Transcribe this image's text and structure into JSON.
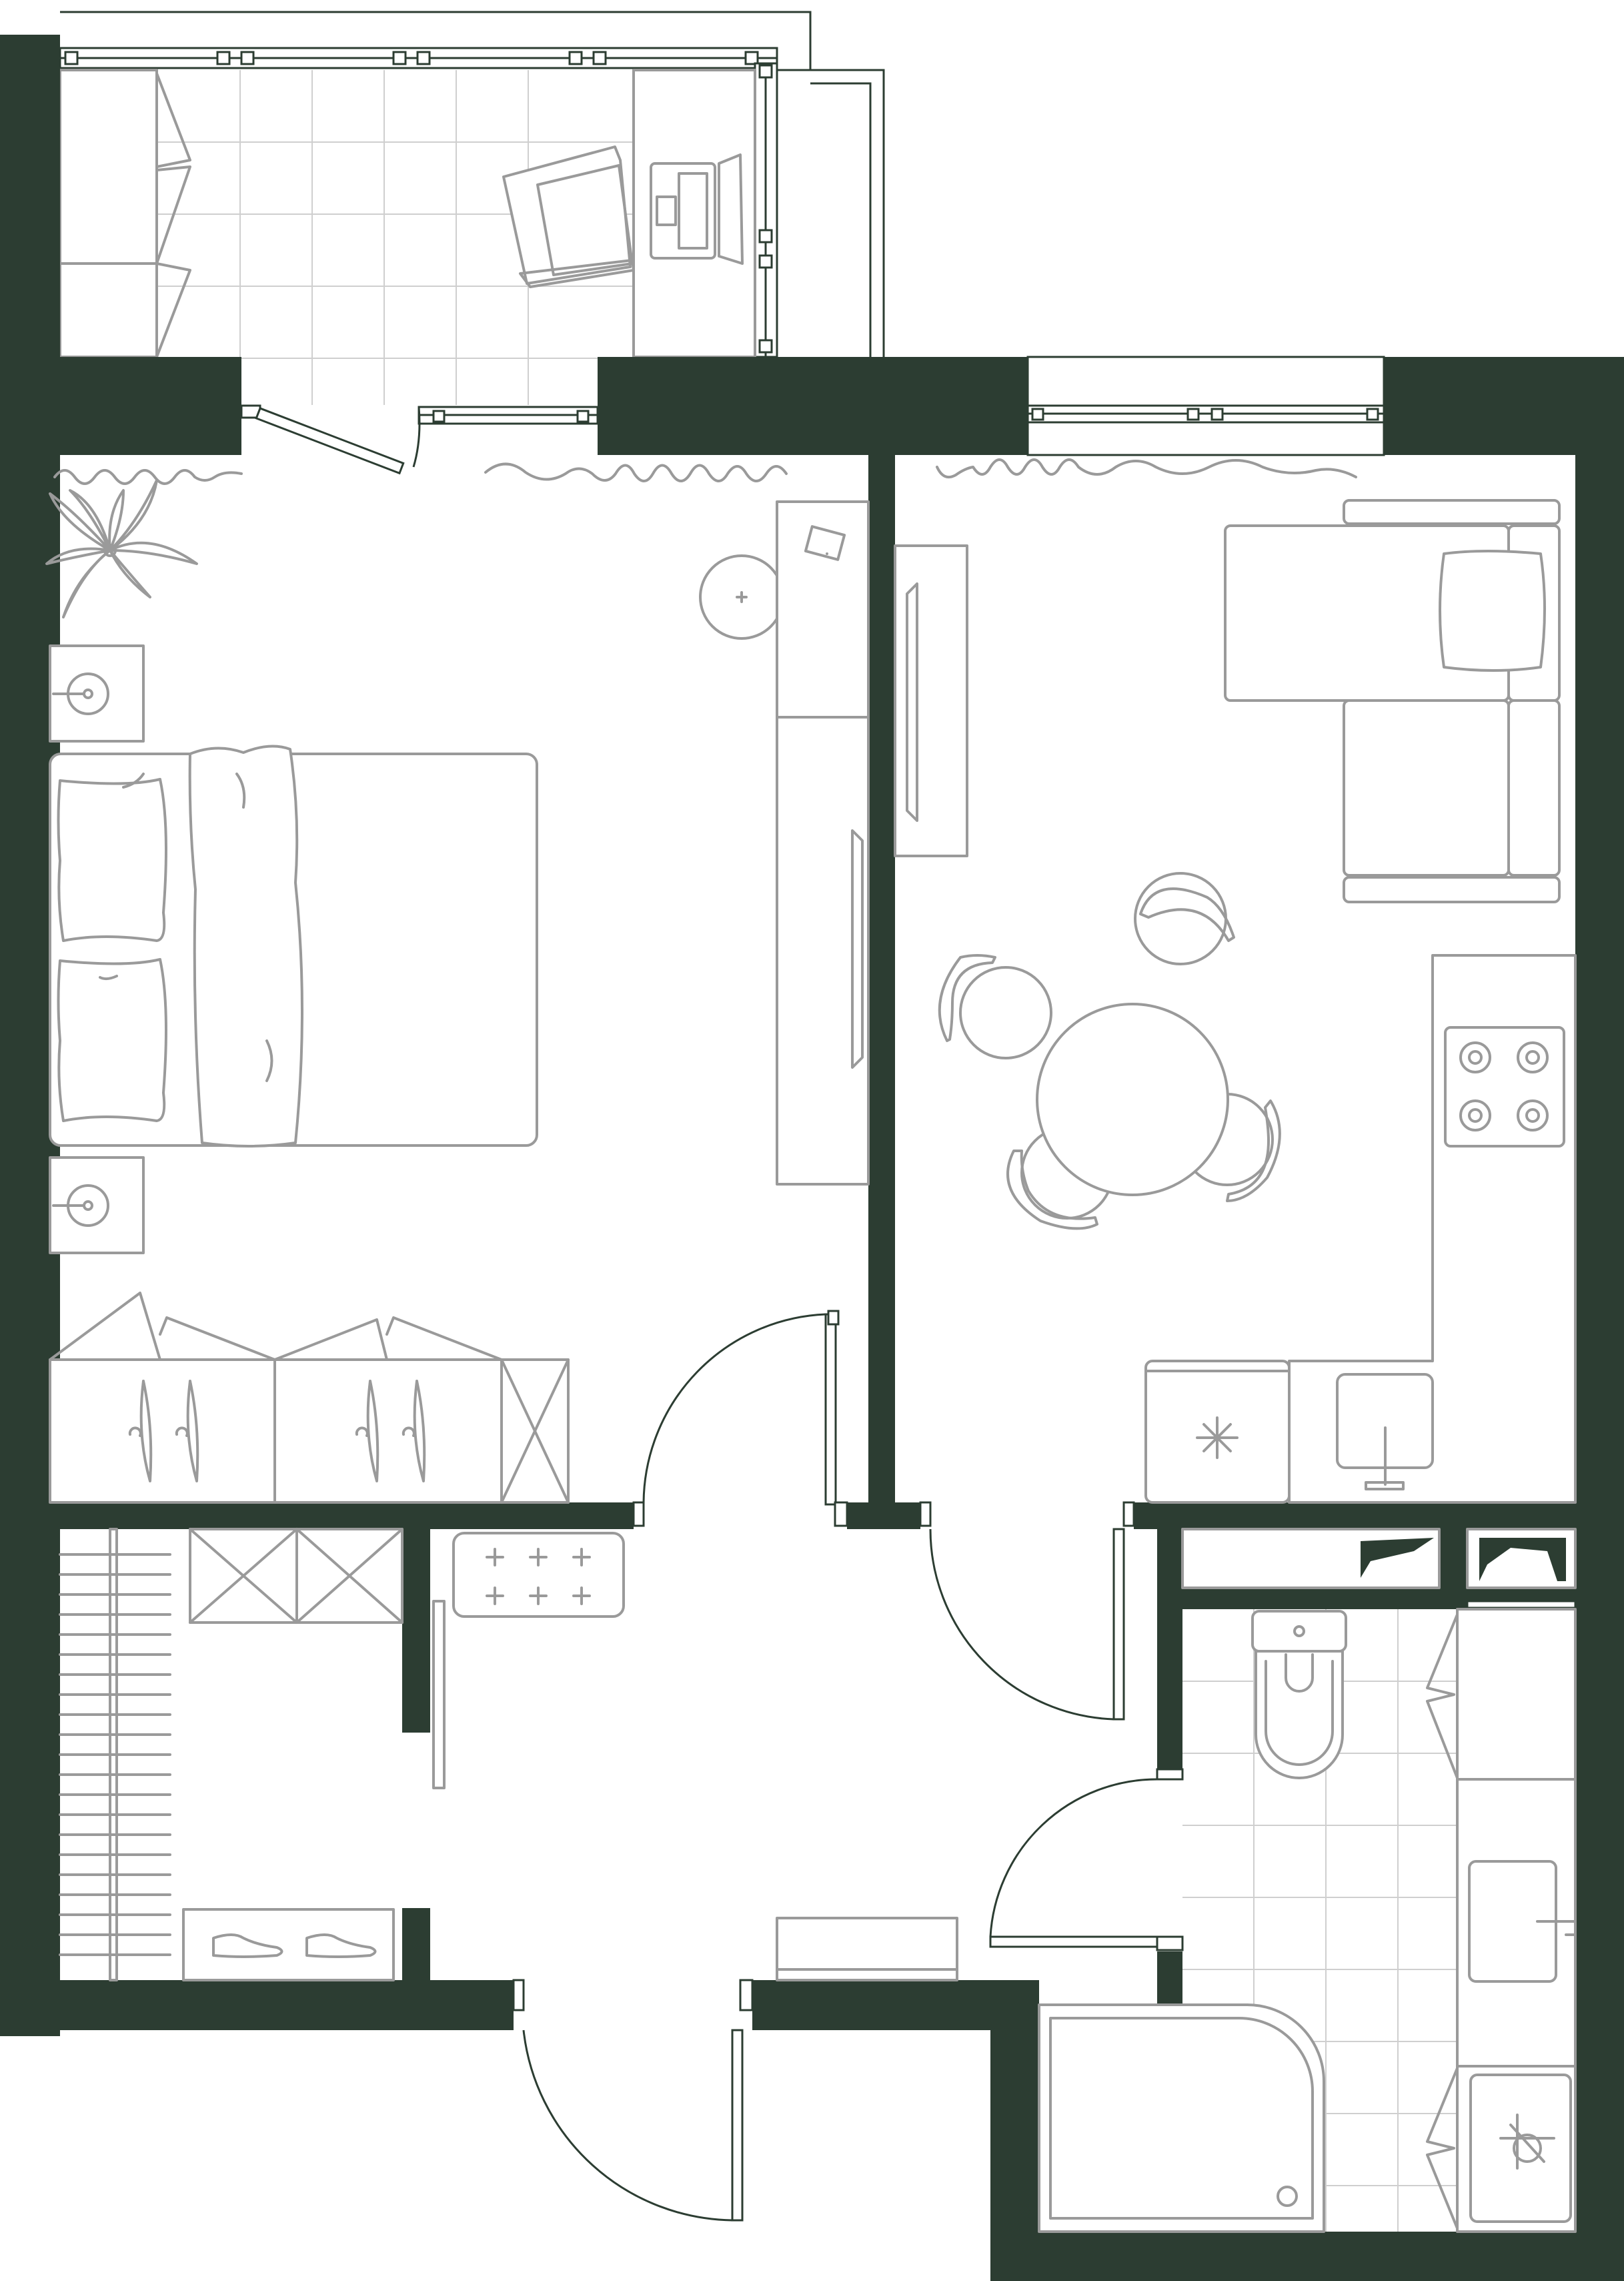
{
  "plan": {
    "title": "",
    "colors": {
      "wall": "#2c3d32",
      "furniture": "#9a9a9a",
      "tile": "#cfcfcf",
      "background": "#ffffff"
    },
    "rooms": [
      {
        "name": "loggia",
        "content": [
          "floor-tiles",
          "armchair",
          "desk",
          "shelving"
        ]
      },
      {
        "name": "bedroom",
        "content": [
          "double-bed",
          "nightstand",
          "nightstand",
          "plant",
          "wardrobe",
          "tv-stand",
          "round-side-table"
        ]
      },
      {
        "name": "kitchen-living",
        "content": [
          "corner-sofa",
          "round-dining-table",
          "chairs",
          "hob",
          "sink",
          "fridge",
          "tv-panel"
        ]
      },
      {
        "name": "hallway",
        "content": [
          "coat-rack",
          "shoe-rack",
          "bench",
          "storage"
        ]
      },
      {
        "name": "bathroom",
        "content": [
          "toilet",
          "shower-tray",
          "wash-basin",
          "washing-machine",
          "floor-tiles"
        ]
      },
      {
        "name": "utility-closet",
        "content": [
          "boiler",
          "meters"
        ]
      }
    ],
    "icons": [
      "plant-icon",
      "shoe-icon",
      "cooktop-icon",
      "sink-icon",
      "toilet-icon"
    ]
  }
}
